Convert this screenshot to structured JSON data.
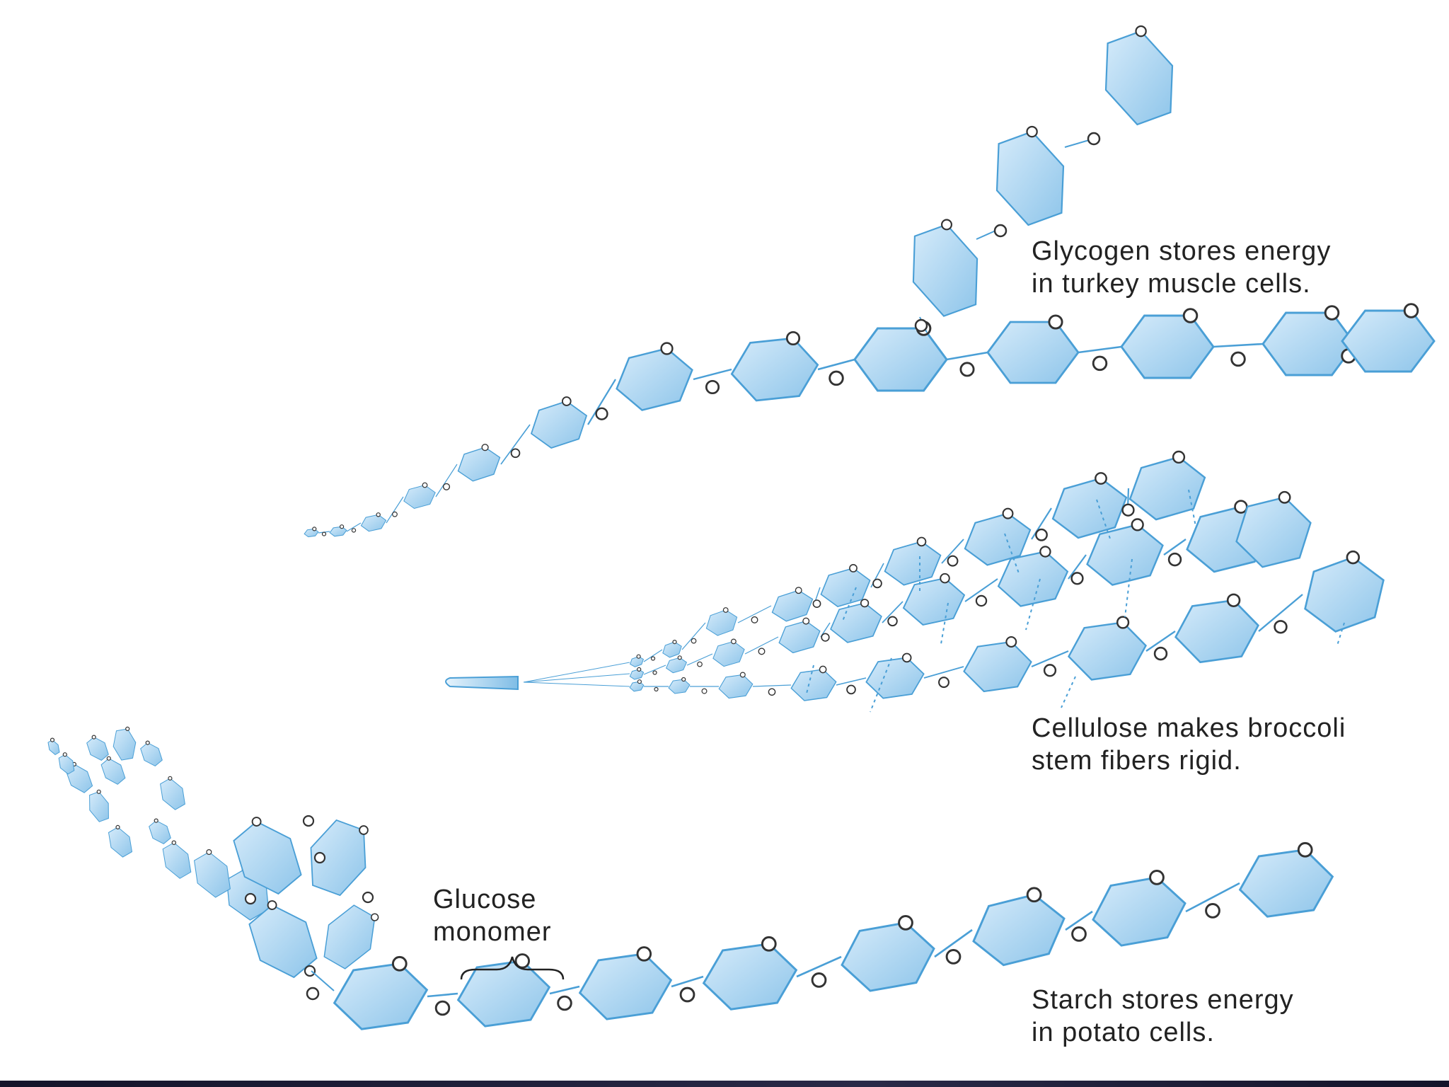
{
  "glycogen": {
    "caption_line1": "Glycogen stores energy",
    "caption_line2": "in turkey muscle cells."
  },
  "cellulose": {
    "caption_line1": "Cellulose makes broccoli",
    "caption_line2": "stem fibers rigid."
  },
  "starch": {
    "caption_line1": "Starch stores energy",
    "caption_line2": "in potato cells."
  },
  "monomer_label": {
    "line1": "Glucose",
    "line2": "monomer"
  },
  "oxygen_symbol": "O",
  "colors": {
    "ring_fill_light": "#d6ebfa",
    "ring_fill_dark": "#8ec5ea",
    "ring_stroke": "#4a9fd6",
    "bond": "#4a9fd6",
    "oxygen_stroke": "#333333",
    "text": "#222222"
  }
}
